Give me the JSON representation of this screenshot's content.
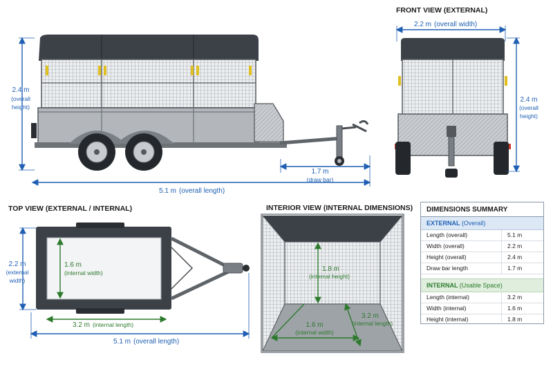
{
  "side": {
    "height_value": "2.4 m",
    "height_l1": "(overall",
    "height_l2": "height)",
    "length_value": "5.1 m",
    "length_note": "(overall length)",
    "drawbar_value": "1.7 m",
    "drawbar_note": "(draw bar)"
  },
  "front": {
    "title": "FRONT VIEW (EXTERNAL)",
    "width_value": "2.2 m",
    "width_note": "(overall width)",
    "height_value": "2.4 m",
    "height_l1": "(overall",
    "height_l2": "height)"
  },
  "top": {
    "title": "TOP VIEW (EXTERNAL / INTERNAL)",
    "ext_width_value": "2.2 m",
    "ext_width_l1": "(external",
    "ext_width_l2": "width)",
    "int_width_value": "1.6 m",
    "int_width_note": "(internal width)",
    "int_length_value": "3.2 m",
    "int_length_note": "(internal length)",
    "length_value": "5.1 m",
    "length_note": "(overall length)"
  },
  "interior": {
    "title": "INTERIOR VIEW (INTERNAL DIMENSIONS)",
    "height_value": "1.8 m",
    "height_note": "(internal height)",
    "length_value": "3.2 m",
    "length_note": "(internal length)",
    "width_value": "1.6 m",
    "width_note": "(internal width)"
  },
  "summary": {
    "title": "DIMENSIONS SUMMARY",
    "external_heading": "EXTERNAL",
    "external_sub": "(Overall)",
    "external_rows": [
      {
        "label": "Length (overall)",
        "value": "5.1 m"
      },
      {
        "label": "Width (overall)",
        "value": "2.2 m"
      },
      {
        "label": "Height (overall)",
        "value": "2.4 m"
      },
      {
        "label": "Draw bar length",
        "value": "1.7 m"
      }
    ],
    "internal_heading": "INTERNAL",
    "internal_sub": "(Usable Space)",
    "internal_rows": [
      {
        "label": "Length (internal)",
        "value": "3.2 m"
      },
      {
        "label": "Width (internal)",
        "value": "1.6 m"
      },
      {
        "label": "Height (internal)",
        "value": "1.8 m"
      }
    ]
  },
  "colors": {
    "external_blue": "#1f5fb3",
    "internal_green": "#2d7a2d",
    "cover_dark": "#3c4148",
    "steel_gray": "#a9adb2"
  }
}
